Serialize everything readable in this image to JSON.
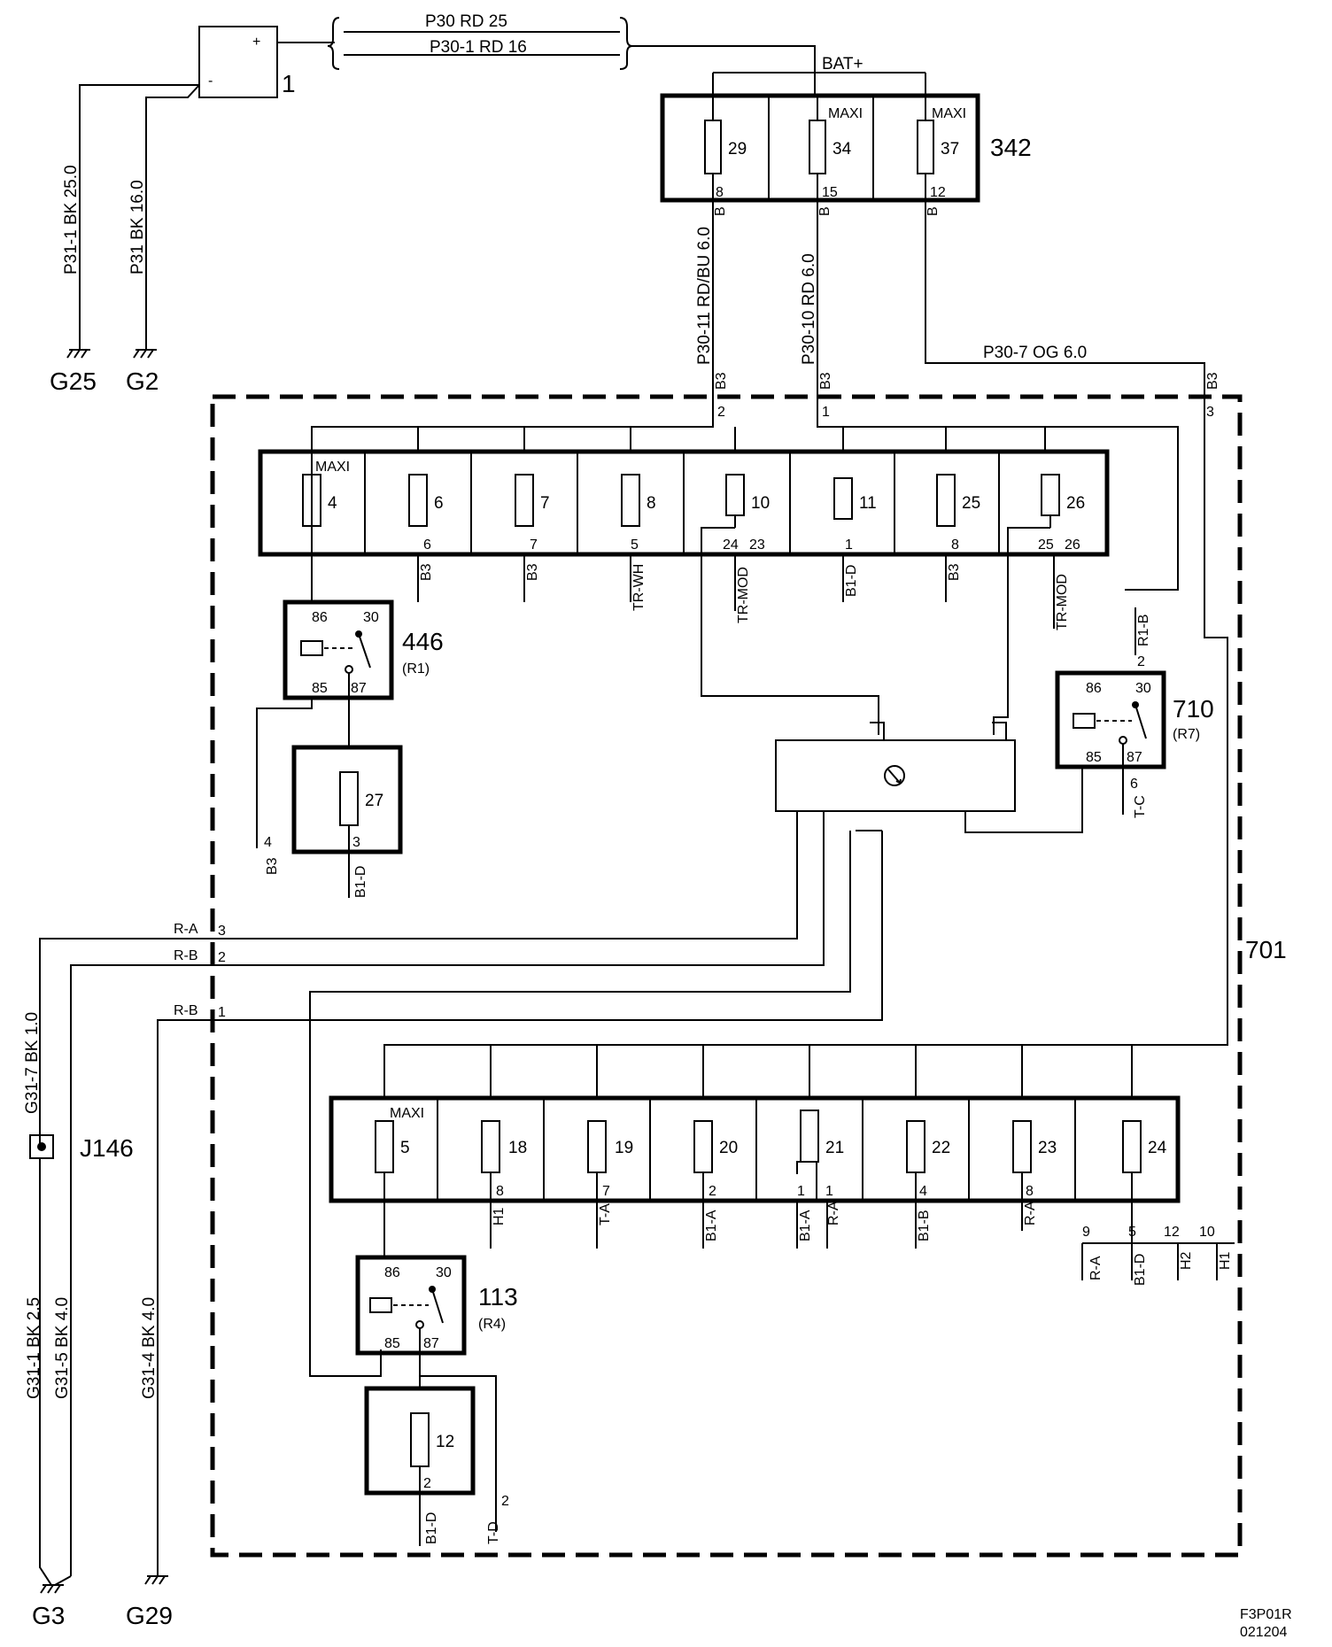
{
  "battery": {
    "id": "1",
    "plus": "+",
    "minus": "-"
  },
  "bat_label": "BAT+",
  "wires": {
    "p30": "P30   RD   25",
    "p30_1": "P30-1  RD   16",
    "p31_1": "P31-1  BK  25.0",
    "p31": "P31  BK  16.0",
    "p30_11": "P30-11  RD/BU  6.0",
    "p30_10": "P30-10  RD  6.0",
    "p30_7": "P30-7  OG  6.0",
    "g31_7": "G31-7  BK  1.0",
    "g31_1": "G31-1  BK  2.5",
    "g31_5": "G31-5  BK  4.0",
    "g31_4": "G31-4  BK  4.0"
  },
  "grounds": {
    "g25": "G25",
    "g2": "G2",
    "g3": "G3",
    "g29": "G29"
  },
  "box342": {
    "label": "342",
    "maxi": "MAXI",
    "fuses": [
      {
        "num": "29",
        "pin": "8",
        "conn": "B"
      },
      {
        "num": "34",
        "pin": "15",
        "conn": "B"
      },
      {
        "num": "37",
        "pin": "12",
        "conn": "B"
      }
    ]
  },
  "box701": {
    "label": "701",
    "in_pins": [
      {
        "conn": "B3",
        "pin": "2"
      },
      {
        "conn": "B3",
        "pin": "1"
      },
      {
        "conn": "B3",
        "pin": "3"
      }
    ],
    "top_row": [
      {
        "num": "4",
        "maxi": "MAXI"
      },
      {
        "num": "6",
        "pin": "6",
        "conn": "B3"
      },
      {
        "num": "7",
        "pin": "7",
        "conn": "B3"
      },
      {
        "num": "8",
        "pin": "5",
        "conn": "TR-WH"
      },
      {
        "num": "10",
        "pin": "24",
        "pin2": "23",
        "conn": "TR-MOD"
      },
      {
        "num": "11",
        "pin": "1",
        "conn": "B1-D"
      },
      {
        "num": "25",
        "pin": "8",
        "conn": "B3"
      },
      {
        "num": "26",
        "pin": "25",
        "pin2": "26",
        "conn": "TR-MOD"
      }
    ],
    "bottom_row": [
      {
        "num": "5",
        "maxi": "MAXI"
      },
      {
        "num": "18",
        "pin": "8",
        "conn": "H1"
      },
      {
        "num": "19",
        "pin": "7",
        "conn": "T-A"
      },
      {
        "num": "20",
        "pin": "2",
        "conn": "B1-A"
      },
      {
        "num": "21",
        "pin": "1",
        "conn": "B1-A",
        "pin2": "1",
        "conn2": "R-A"
      },
      {
        "num": "22",
        "pin": "4",
        "conn": "B1-B"
      },
      {
        "num": "23",
        "pin": "8",
        "conn": "R-A"
      },
      {
        "num": "24"
      }
    ],
    "fuse24_outs": [
      {
        "pin": "9",
        "conn": "R-A"
      },
      {
        "pin": "5",
        "conn": "B1-D"
      },
      {
        "pin": "12",
        "conn": "H2"
      },
      {
        "pin": "10",
        "conn": "H1"
      }
    ],
    "relay446": {
      "id": "446",
      "sub": "(R1)",
      "p86": "86",
      "p30": "30",
      "p85": "85",
      "p87": "87"
    },
    "relay710": {
      "id": "710",
      "sub": "(R7)",
      "p86": "86",
      "p30": "30",
      "p85": "85",
      "p87": "87",
      "in_pin": "2",
      "in_conn": "R1-B",
      "out_pin": "6",
      "out_conn": "T-C"
    },
    "relay113": {
      "id": "113",
      "sub": "(R4)",
      "p86": "86",
      "p30": "30",
      "p85": "85",
      "p87": "87"
    },
    "fuse27": {
      "num": "27",
      "pin": "3",
      "conn": "B1-D"
    },
    "fuse12": {
      "num": "12",
      "pin": "2",
      "conn": "B1-D"
    },
    "b3_4": {
      "pin": "4",
      "conn": "B3"
    },
    "td_2": {
      "pin": "2",
      "conn": "T-D"
    },
    "left_conns": [
      {
        "conn": "R-A",
        "pin": "3"
      },
      {
        "conn": "R-B",
        "pin": "2"
      },
      {
        "conn": "R-B",
        "pin": "1"
      }
    ]
  },
  "j146": "J146",
  "footer": {
    "code": "F3P01R",
    "date": "021204"
  }
}
